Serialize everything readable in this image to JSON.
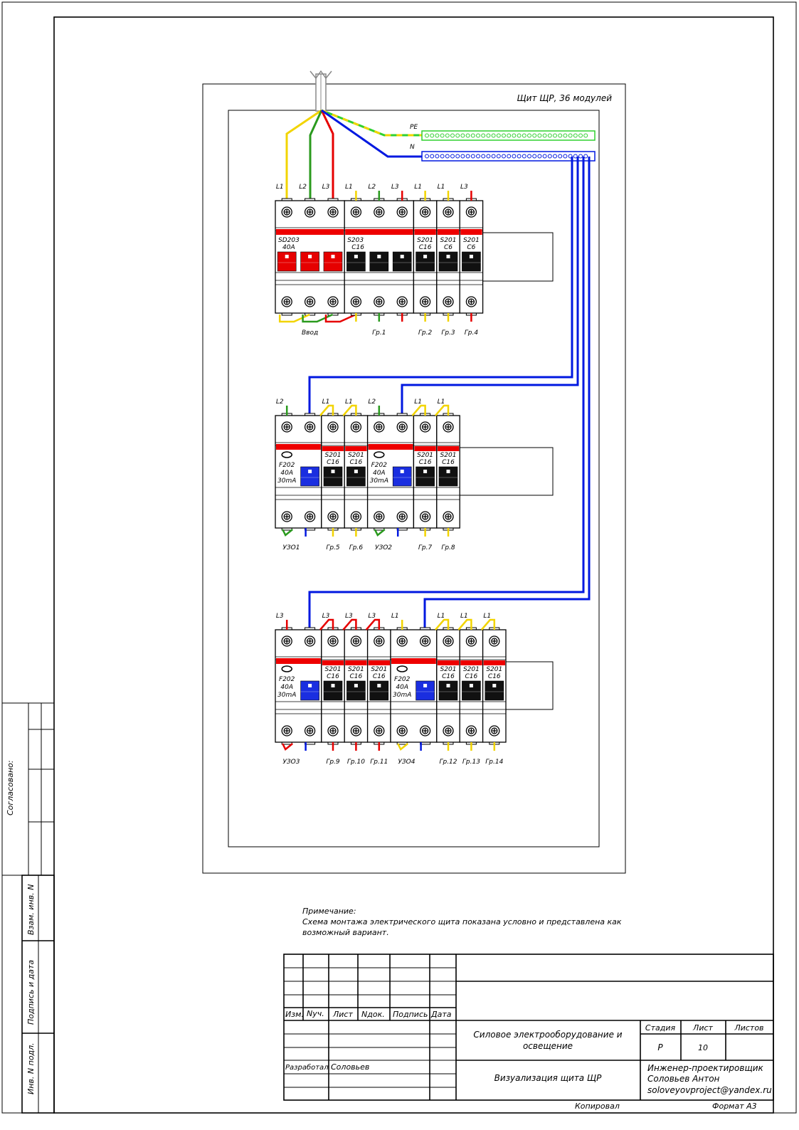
{
  "panel_title": "Щит ЩР, 36 модулей",
  "bus_labels": {
    "pe": "PE",
    "n": "N"
  },
  "colors": {
    "L1": "#f2d400",
    "L2": "#2a9a1e",
    "L3": "#e60000",
    "N": "#0018e0",
    "PE": "#2fd02f",
    "handle_main": "#e60000",
    "handle_mcb": "#111111",
    "handle_rcd": "#1a2ee0",
    "stripe": "#ee0000"
  },
  "rows": [
    {
      "devices": [
        {
          "type": "main",
          "model": "SD203",
          "rating": "40A",
          "modules": 3,
          "phases": [
            "L1",
            "L2",
            "L3"
          ],
          "group": "Ввод"
        },
        {
          "type": "mcb",
          "model": "S203",
          "rating": "C16",
          "modules": 3,
          "phases": [
            "L1",
            "L2",
            "L3"
          ],
          "group": "Гр.1"
        },
        {
          "type": "mcb",
          "model": "S201",
          "rating": "C16",
          "modules": 1,
          "phases": [
            "L1"
          ],
          "group": "Гр.2"
        },
        {
          "type": "mcb",
          "model": "S201",
          "rating": "C6",
          "modules": 1,
          "phases": [
            "L1"
          ],
          "group": "Гр.3"
        },
        {
          "type": "mcb",
          "model": "S201",
          "rating": "C6",
          "modules": 1,
          "phases": [
            "L3"
          ],
          "group": "Гр.4"
        }
      ]
    },
    {
      "devices": [
        {
          "type": "rcd",
          "model": "F202",
          "rating": "40A",
          "leakage": "30mA",
          "modules": 2,
          "phases": [
            "L2"
          ],
          "group": "УЗО1"
        },
        {
          "type": "mcb",
          "model": "S201",
          "rating": "C16",
          "modules": 1,
          "phases": [
            "L1"
          ],
          "group": "Гр.5"
        },
        {
          "type": "mcb",
          "model": "S201",
          "rating": "C16",
          "modules": 1,
          "phases": [
            "L1"
          ],
          "group": "Гр.6"
        },
        {
          "type": "rcd",
          "model": "F202",
          "rating": "40A",
          "leakage": "30mA",
          "modules": 2,
          "phases": [
            "L2"
          ],
          "group": "УЗО2"
        },
        {
          "type": "mcb",
          "model": "S201",
          "rating": "C16",
          "modules": 1,
          "phases": [
            "L1"
          ],
          "group": "Гр.7"
        },
        {
          "type": "mcb",
          "model": "S201",
          "rating": "C16",
          "modules": 1,
          "phases": [
            "L1"
          ],
          "group": "Гр.8"
        }
      ]
    },
    {
      "devices": [
        {
          "type": "rcd",
          "model": "F202",
          "rating": "40A",
          "leakage": "30mA",
          "modules": 2,
          "phases": [
            "L3"
          ],
          "group": "УЗО3"
        },
        {
          "type": "mcb",
          "model": "S201",
          "rating": "C16",
          "modules": 1,
          "phases": [
            "L3"
          ],
          "group": "Гр.9"
        },
        {
          "type": "mcb",
          "model": "S201",
          "rating": "C16",
          "modules": 1,
          "phases": [
            "L3"
          ],
          "group": "Гр.10"
        },
        {
          "type": "mcb",
          "model": "S201",
          "rating": "C16",
          "modules": 1,
          "phases": [
            "L3"
          ],
          "group": "Гр.11"
        },
        {
          "type": "rcd",
          "model": "F202",
          "rating": "40A",
          "leakage": "30mA",
          "modules": 2,
          "phases": [
            "L1"
          ],
          "group": "УЗО4"
        },
        {
          "type": "mcb",
          "model": "S201",
          "rating": "C16",
          "modules": 1,
          "phases": [
            "L1"
          ],
          "group": "Гр.12"
        },
        {
          "type": "mcb",
          "model": "S201",
          "rating": "C16",
          "modules": 1,
          "phases": [
            "L1"
          ],
          "group": "Гр.13"
        },
        {
          "type": "mcb",
          "model": "S201",
          "rating": "C16",
          "modules": 1,
          "phases": [
            "L1"
          ],
          "group": "Гр.14"
        }
      ]
    }
  ],
  "note": {
    "title": "Примечание:",
    "line1": "Схема монтажа электрического щита показана условно и представлена как",
    "line2": "возможный вариант."
  },
  "side_stamp": {
    "agreed": "Согласовано:",
    "replace_inv": "Взам. инв. N",
    "sign_date": "Подпись и дата",
    "inv_orig": "Инв. N подл."
  },
  "title_block": {
    "headers": [
      "Изм.",
      "Nуч.",
      "Лист",
      "Nдок.",
      "Подпись",
      "Дата"
    ],
    "developed_label": "Разработал",
    "developed_name": "Соловьев",
    "project_line1": "Силовое электрооборудование и",
    "project_line2": "освещение",
    "sheet_title": "Визуализация щита ЩР",
    "stage_label": "Стадия",
    "sheet_label": "Лист",
    "sheets_label": "Листов",
    "stage": "Р",
    "sheet": "10",
    "sheets": "",
    "org_line1": "Инженер-проектировщик",
    "org_line2": "Соловьев Антон",
    "org_line3": "soloveyovproject@yandex.ru"
  },
  "footer": {
    "copied": "Копировал",
    "format": "Формат А3"
  }
}
